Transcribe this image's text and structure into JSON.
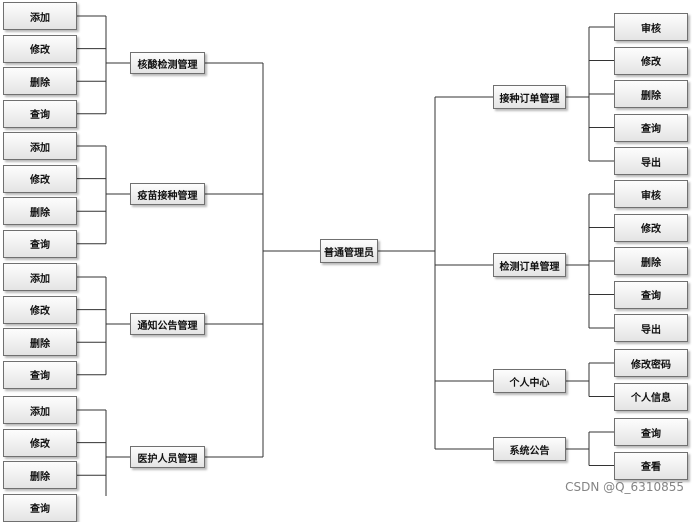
{
  "diagram": {
    "root": "普通管理员",
    "left": [
      {
        "label": "核酸检测管理",
        "children": [
          "添加",
          "修改",
          "删除",
          "查询"
        ]
      },
      {
        "label": "疫苗接种管理",
        "children": [
          "添加",
          "修改",
          "删除",
          "查询"
        ]
      },
      {
        "label": "通知公告管理",
        "children": [
          "添加",
          "修改",
          "删除",
          "查询"
        ]
      },
      {
        "label": "医护人员管理",
        "children": [
          "添加",
          "修改",
          "删除",
          "查询"
        ]
      }
    ],
    "right": [
      {
        "label": "接种订单管理",
        "children": [
          "审核",
          "修改",
          "删除",
          "查询",
          "导出"
        ]
      },
      {
        "label": "检测订单管理",
        "children": [
          "审核",
          "修改",
          "删除",
          "查询",
          "导出"
        ]
      },
      {
        "label": "个人中心",
        "children": [
          "修改密码",
          "个人信息"
        ]
      },
      {
        "label": "系统公告",
        "children": [
          "查询",
          "查看"
        ]
      }
    ]
  },
  "watermark": "CSDN @Q_6310855",
  "colors": {
    "line": "#333333",
    "border": "#707070"
  }
}
